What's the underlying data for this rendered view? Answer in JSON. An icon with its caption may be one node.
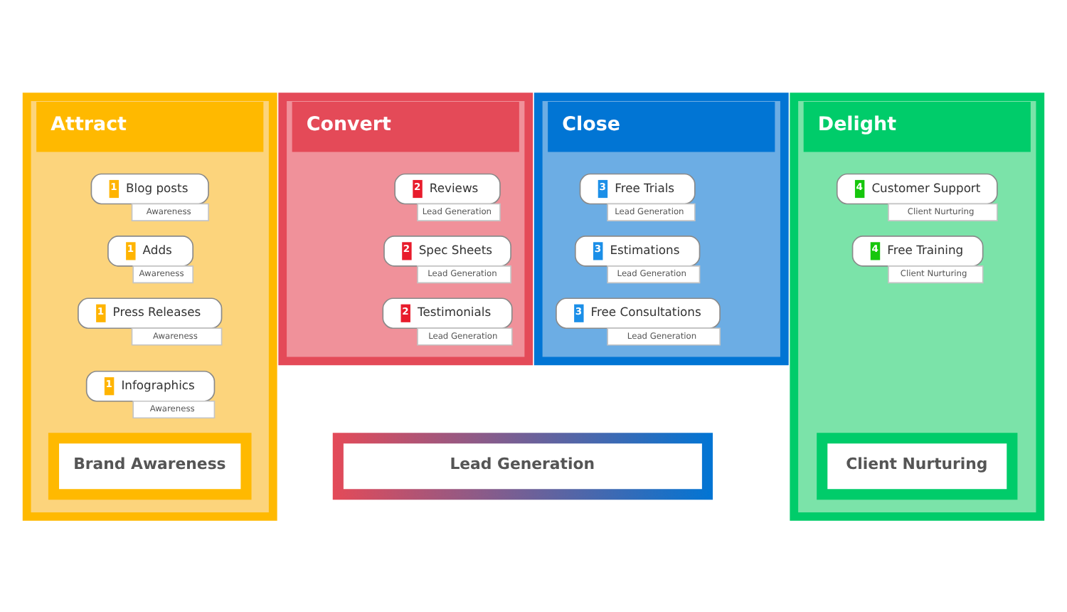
{
  "diagram": {
    "nodes": [
      {
        "text": [
          "Attract"
        ]
      },
      {
        "text": [
          "1",
          "Blog posts"
        ],
        "beside": [
          "Awareness"
        ],
        "in": 0
      },
      {
        "text": [
          "1",
          "Adds"
        ],
        "beside": [
          "Awareness"
        ],
        "in": 0
      },
      {
        "text": [
          "1",
          "Press Releases"
        ],
        "beside": [
          "Awareness"
        ],
        "in": 0
      },
      {
        "text": [
          "1",
          "Infographics"
        ],
        "beside": [
          "Awareness"
        ],
        "in": 0
      },
      {
        "text": [
          "Convert"
        ]
      },
      {
        "text": [
          "2",
          "Reviews"
        ],
        "beside": [
          "Lead Generation"
        ],
        "in": 5
      },
      {
        "text": [
          "2",
          "Spec Sheets"
        ],
        "beside": [
          "Lead Generation"
        ],
        "in": 5
      },
      {
        "text": [
          "2",
          "Testimonials"
        ],
        "beside": [
          "Lead Generation"
        ],
        "in": 5
      },
      {
        "text": [
          "Close"
        ]
      },
      {
        "text": [
          "3",
          "Free Trials"
        ],
        "beside": [
          "Lead Generation"
        ],
        "in": 9
      },
      {
        "text": [
          "3",
          "Estimations"
        ],
        "beside": [
          "Lead Generation"
        ],
        "in": 9
      },
      {
        "text": [
          "3",
          "Free Consultations"
        ],
        "beside": [
          "Lead Generation"
        ],
        "in": 9
      },
      {
        "text": [
          "Delight"
        ]
      },
      {
        "text": [
          "4",
          "Customer Support"
        ],
        "beside": [
          "Client Nurturing"
        ],
        "in": 13
      },
      {
        "text": [
          "4",
          "Free Training"
        ],
        "beside": [
          "Client Nurturing"
        ],
        "in": 13
      },
      {
        "text": [
          "Brand Awareness"
        ],
        "in": 0
      },
      {
        "text": [
          "Lead Generation"
        ]
      },
      {
        "text": [
          "Client Nurturing"
        ],
        "in": 13
      }
    ]
  }
}
